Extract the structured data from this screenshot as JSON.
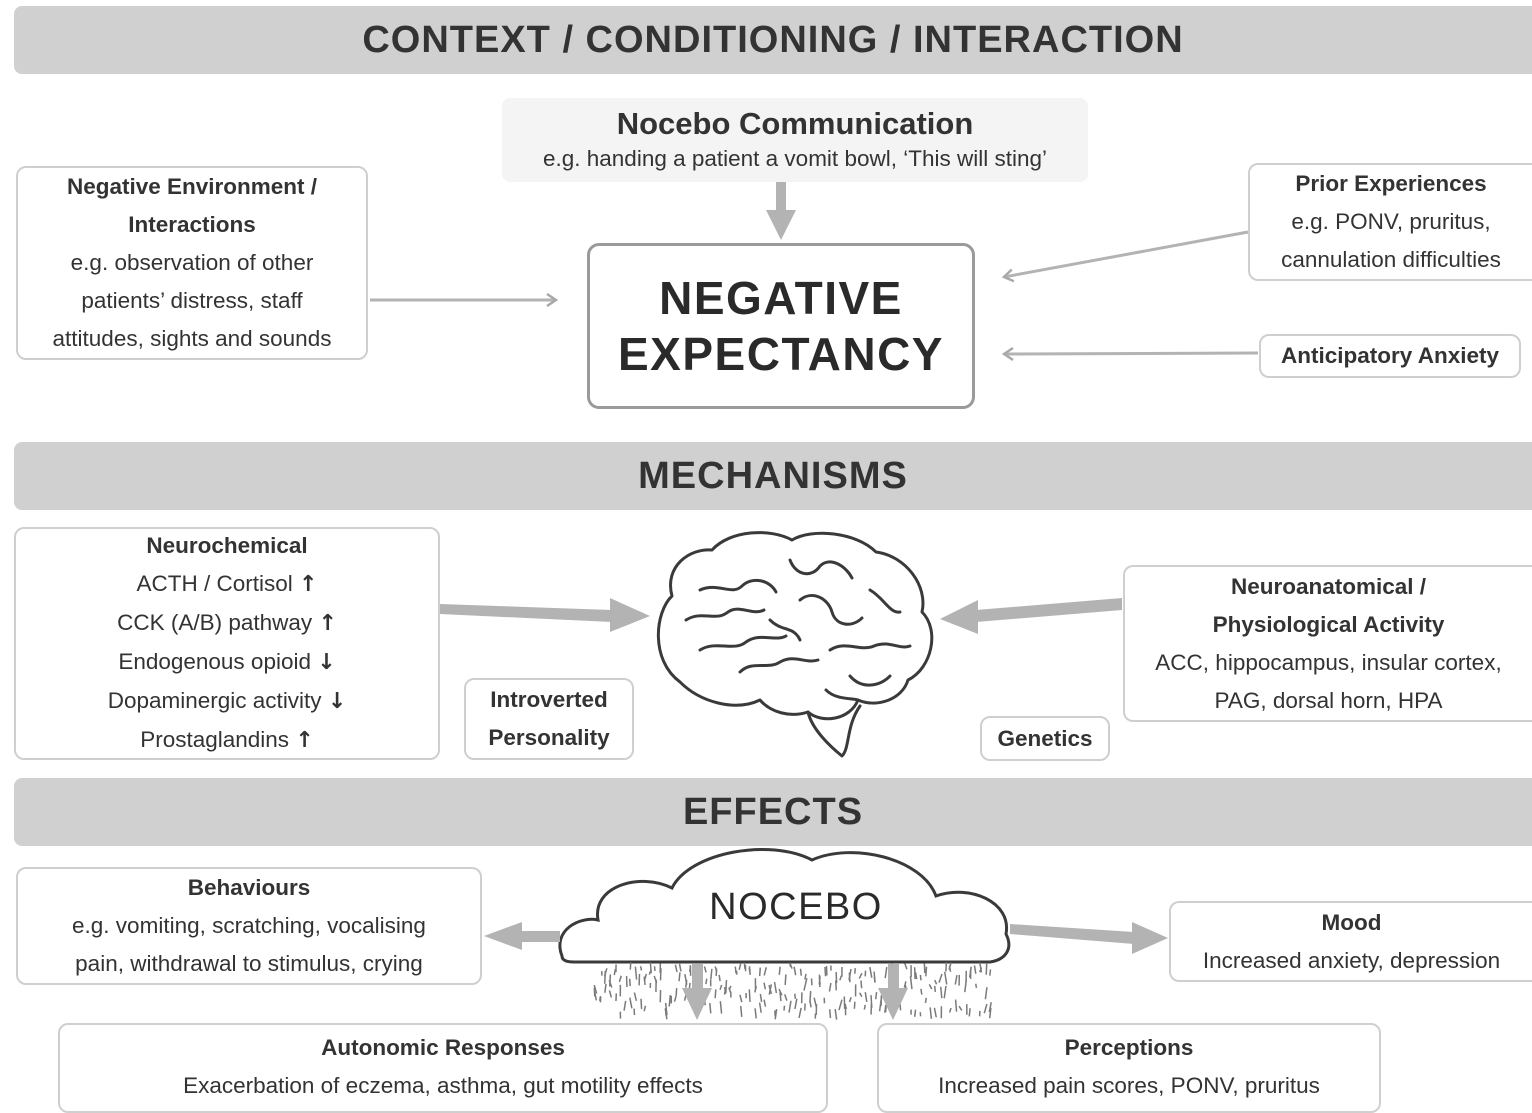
{
  "bands": {
    "context": "CONTEXT / CONDITIONING / INTERACTION",
    "mechanisms": "MECHANISMS",
    "effects": "EFFECTS"
  },
  "context": {
    "communication": {
      "title": "Nocebo Communication",
      "example": "e.g. handing a patient a vomit bowl, ‘This will sting’"
    },
    "environment": {
      "title_line1": "Negative Environment /",
      "title_line2": "Interactions",
      "lines": [
        "e.g. observation of other",
        "patients’ distress, staff",
        "attitudes, sights and sounds"
      ]
    },
    "prior": {
      "title": "Prior Experiences",
      "lines": [
        "e.g. PONV, pruritus,",
        "cannulation difficulties"
      ]
    },
    "anxiety": {
      "title": "Anticipatory Anxiety"
    },
    "center": {
      "line1": "NEGATIVE",
      "line2": "EXPECTANCY"
    }
  },
  "mechanisms": {
    "neurochemical": {
      "title": "Neurochemical",
      "items": [
        {
          "label": "ACTH / Cortisol",
          "arrow": "↑"
        },
        {
          "label": "CCK (A/B) pathway",
          "arrow": "↑"
        },
        {
          "label": "Endogenous opioid",
          "arrow": "↓"
        },
        {
          "label": "Dopaminergic activity",
          "arrow": "↓"
        },
        {
          "label": "Prostaglandins",
          "arrow": "↑"
        }
      ]
    },
    "personality": {
      "line1": "Introverted",
      "line2": "Personality"
    },
    "genetics": {
      "title": "Genetics"
    },
    "neuroanatomical": {
      "title_line1": "Neuroanatomical /",
      "title_line2": "Physiological Activity",
      "lines": [
        "ACC, hippocampus, insular cortex,",
        "PAG, dorsal horn, HPA"
      ]
    },
    "brain_icon": "brain-icon"
  },
  "effects": {
    "center": "NOCEBO",
    "behaviours": {
      "title": "Behaviours",
      "lines": [
        "e.g. vomiting, scratching, vocalising",
        "pain, withdrawal to stimulus, crying"
      ]
    },
    "mood": {
      "title": "Mood",
      "line": "Increased anxiety, depression"
    },
    "autonomic": {
      "title": "Autonomic Responses",
      "line": "Exacerbation of eczema, asthma, gut motility effects"
    },
    "perceptions": {
      "title": "Perceptions",
      "line": "Increased pain scores, PONV, pruritus"
    }
  },
  "colors": {
    "band": "#d0d0d1",
    "arrow": "#b3b3b3",
    "text": "#333333",
    "box_border": "#cfcfcf"
  }
}
